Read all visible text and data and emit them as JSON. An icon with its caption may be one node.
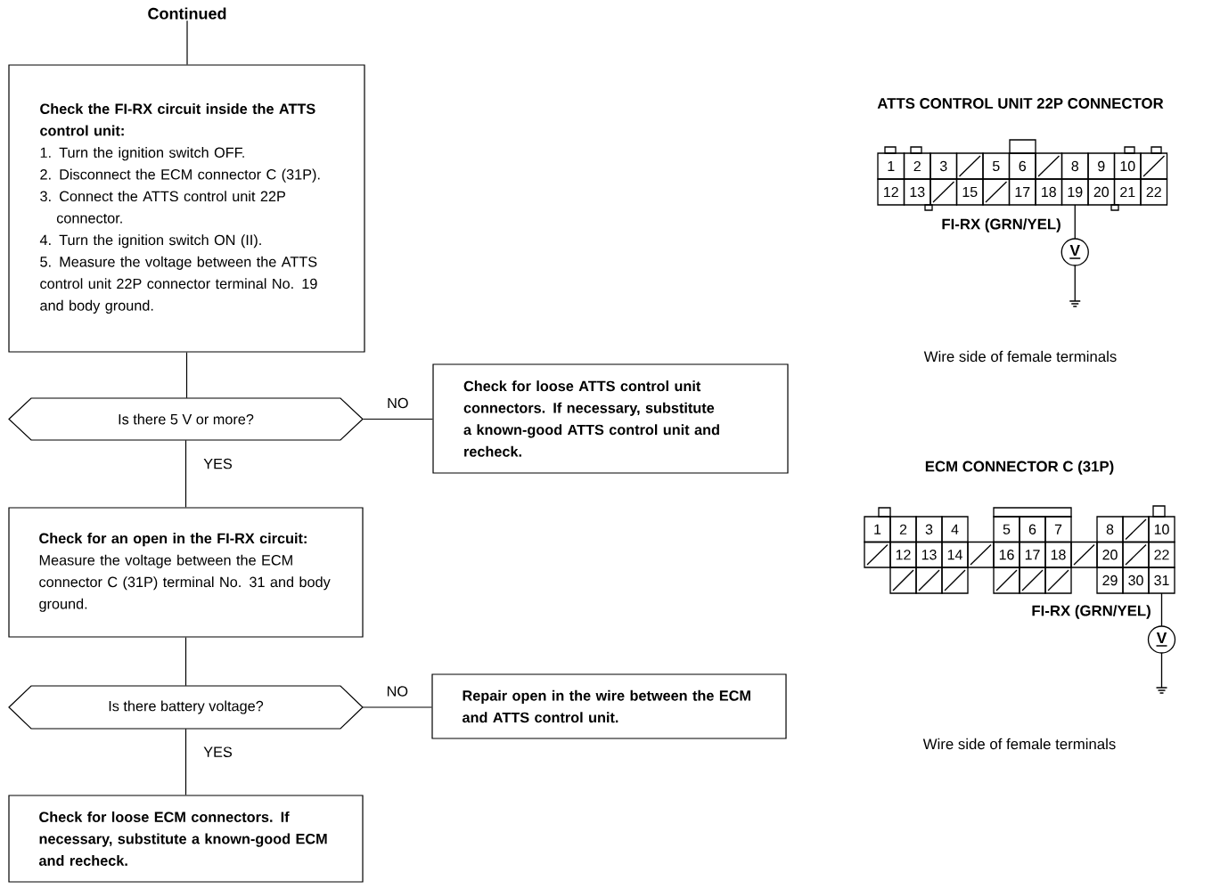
{
  "diagram": {
    "nodes": [
      {
        "text": [
          "Continued"
        ]
      },
      {
        "text": [
          "Check the FI-RX circuit inside the ATTS control unit:",
          "1. Turn the ignition switch OFF.",
          "2. Disconnect the ECM connector C (31P).",
          "3. Connect the ATTS control unit 22P connector.",
          "4. Turn the ignition switch ON (II).",
          "5. Measure the voltage between the ATTS control unit 22P connector terminal No. 19 and body ground."
        ]
      },
      {
        "text": [
          "Is there 5 V or more?"
        ]
      },
      {
        "text": [
          "Check for loose ATTS control unit connectors. If necessary, substitute a known-good ATTS control unit and recheck."
        ]
      },
      {
        "text": [
          "Check for an open in the FI-RX circuit:",
          "Measure the voltage between the ECM connector C (31P) terminal No. 31 and body ground."
        ]
      },
      {
        "text": [
          "Is there battery voltage?"
        ]
      },
      {
        "text": [
          "Repair open in the wire between the ECM and ATTS control unit."
        ]
      },
      {
        "text": [
          "Check for loose ECM connectors. If necessary, substitute a known-good ECM and recheck."
        ]
      }
    ],
    "edges": [
      {
        "from": 0,
        "to": 1,
        "arrow": "none"
      },
      {
        "from": 1,
        "to": 2,
        "arrow": "none"
      },
      {
        "from": 2,
        "to": 3,
        "arrow": "none",
        "label": "NO"
      },
      {
        "from": 2,
        "to": 4,
        "arrow": "none",
        "label": "YES"
      },
      {
        "from": 4,
        "to": 5,
        "arrow": "none"
      },
      {
        "from": 5,
        "to": 6,
        "arrow": "none",
        "label": "NO"
      },
      {
        "from": 5,
        "to": 7,
        "arrow": "none",
        "label": "YES"
      }
    ],
    "labels": [
      "ATTS CONTROL UNIT 22P CONNECTOR",
      "1",
      "2",
      "3",
      "5",
      "6",
      "8",
      "9",
      "10",
      "12",
      "13",
      "15",
      "17",
      "18",
      "19",
      "20",
      "21",
      "22",
      "FI-RX (GRN/YEL)",
      "V",
      "Wire side of female terminals",
      "ECM CONNECTOR C (31P)",
      "1",
      "2",
      "3",
      "4",
      "5",
      "6",
      "7",
      "8",
      "10",
      "12",
      "13",
      "14",
      "16",
      "17",
      "18",
      "20",
      "22",
      "29",
      "30",
      "31",
      "FI-RX (GRN/YEL)",
      "V",
      "Wire side of female terminals"
    ]
  }
}
